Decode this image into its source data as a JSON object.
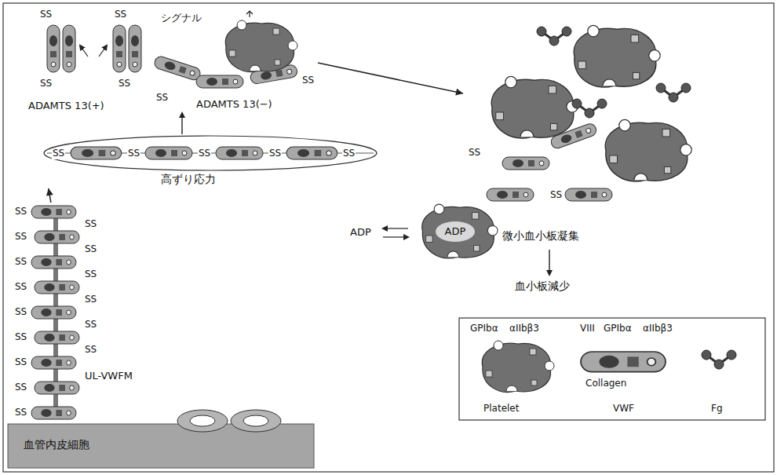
{
  "diagram": {
    "nodes": [
      {
        "text": [
          "シグナル",
          "ADAMTS 13(−)"
        ]
      },
      {
        "text": [
          "高ずり応力"
        ]
      },
      {
        "text": [
          "UL-VWFM"
        ]
      },
      {
        "text": [
          "血管内皮細胞"
        ]
      },
      {
        "text": [
          "微小血小板凝集"
        ]
      },
      {
        "text": [
          "ADP"
        ]
      }
    ],
    "edges": [
      {
        "from": 2,
        "to": 1,
        "arrow": "to"
      },
      {
        "from": 0,
        "to": 4,
        "arrow": "to"
      }
    ],
    "labels": [
      "SS",
      "SS",
      "SS",
      "SS",
      "ADAMTS 13(+)",
      "SS",
      "SS",
      "SS",
      "SS",
      "SS",
      "SS",
      "SS",
      "SS",
      "SS",
      "SS",
      "SS",
      "SS",
      "SS",
      "SS",
      "SS",
      "SS",
      "SS",
      "SS",
      "SS",
      "SS",
      "SS",
      "SS",
      "SS",
      "SS",
      "ADP",
      "血小板減少",
      "GPIbα",
      "αIIbβ3",
      "VIII",
      "GPIbα",
      "αIIbβ3",
      "Collagen"
    ],
    "legend": [
      {
        "text": "Platelet"
      },
      {
        "text": "VWF"
      },
      {
        "text": "Fg"
      }
    ]
  }
}
